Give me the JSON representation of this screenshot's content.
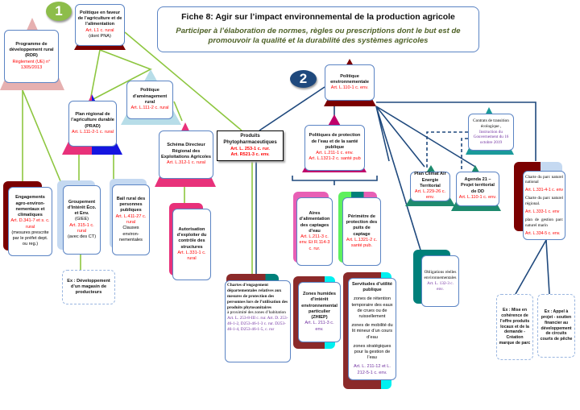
{
  "title": "Fiche 8: Agir sur l’impact environnemental de la production agricole",
  "subtitle": "Participer à l’élaboration de normes, règles ou prescriptions dont le but est de promouvoir la qualité et la durabilité des systèmes agricoles",
  "markers": {
    "one": "1",
    "two": "2"
  },
  "nodes": {
    "pol_agri": {
      "t": "Politique en faveur de l’agriculture et de l’alimentation",
      "r": "Art. L1 c. rural",
      "n": "(dont PNA)"
    },
    "rdr": {
      "t": "Programme de développement rural (RDR)",
      "r": "Règlement (UE) n° 1305/2013"
    },
    "amenag": {
      "t": "Politique d’aménagement rural",
      "r": "Art. L.111-2 c. rural"
    },
    "prad": {
      "t": "Plan régional de l’agriculture durable (PRAD)",
      "r": "Art. L.111-2-1 c. rural"
    },
    "sdrea": {
      "t": "Schéma Directeur Régional des Exploitations Agricoles",
      "r": "Art. L.312-1 c. rural"
    },
    "phyto": {
      "t": "Produits Phytopharmaceutiques",
      "r1": "Art. L. 253-1 c. rur.",
      "r2": "Art. R521-3 c. env."
    },
    "pol_env": {
      "t": "Politique environnementale",
      "r": "Art. L.110-1 c. env."
    },
    "contrats": {
      "t": "Contrats de transition écologique ,",
      "p": "Instruction du Gouvernement du 16 octobre 2019"
    },
    "eau": {
      "t": "Politiques de protection de l’eau et de la santé publique",
      "r1": "Art. L.211-1 c. env.",
      "r2": "Art. L.1321-2 c. santé pub"
    },
    "aires": {
      "t": "Aires d’alimentation des captages d’eau",
      "r": "Art. L.211-3 c. env.  Et R.114-3 c. rur."
    },
    "perimetre": {
      "t": "Périmètre de protection des puits de captage",
      "r": "Art. L.1321-2 c. santé pub."
    },
    "pcaet": {
      "t": "Plan Climat Air Energie Territorial",
      "r": "Art. L.229-26 c. env."
    },
    "agenda": {
      "t": "Agenda 21 – Projet territorial de DD",
      "r": "Art. L.110-1 c. env."
    },
    "parc": {
      "a": "Charte du parc naturel national",
      "ar": "Art. L.331-4-1 c. env",
      "b": "Charte du parc naturel régional.",
      "br": "Art. L.333-1 c. env",
      "c": "plan de gestion parc naturel marin",
      "cr": "Art. L.334-5 c. env."
    },
    "obligations": {
      "t": "Obligations réelles environnementales",
      "p": "Art. L. 132-3 c. env."
    },
    "maec": {
      "t": "Engagements agro-environ-nementaux et climatiques",
      "r": "Art. D.341-7 et s. c. rural",
      "n": "(mesures prescrite par le préfet dept. ou reg.)"
    },
    "giee": {
      "t": "Groupement d’Intérêt Éco. et Env.",
      "n1": "(GIEE)",
      "r": "Art. 315-1 c. rural",
      "n2": "(avec des CT)"
    },
    "bail": {
      "t": "Bail rural des personnes publiques",
      "r": "Art. L.411-27 c. rural",
      "n": "Clauses environ-nementales"
    },
    "ex_magasin": {
      "t": "Ex : Développement d’un magasin de producteurs"
    },
    "autorisation": {
      "t": "Autorisation d’exploiter du contrôle des structures",
      "r": "Art. L.331-1 c. rural"
    },
    "chartes_dep": {
      "t": "Chartes d’engagement départementales relatives aux mesures de protection des personnes lors de l’utilisation des produits phytosanitaires",
      "n": "à proximité des zones d’habitation",
      "p": "Art. L. 253-8-III c. rur. Art. D. 253-46-1-2, D253-46-1-3 c. rur. D253-46-1-4, D253-46-1-5, c. rur"
    },
    "zhiep": {
      "t": "Zones humides d’intérêt environnemental particulier (ZHIEP)",
      "p": "Art. L. 211-3 c. env."
    },
    "servitudes": {
      "t": "Servitudes d’utilité publique",
      "n1": "zones de rétention temporaire des eaux de crues ou de ruissellement",
      "n2": "zones de mobilité du lit mineur d’un cours d’eau",
      "n3": "zones stratégiques pour la gestion de l’eau",
      "p": "Art. L. 211-12 et L. 212-5-1 c. env."
    },
    "ex_marque": {
      "t": "Ex : Mise en cohérence de l’offre produits locaux et de la demande - Création marque de parc"
    },
    "ex_peche": {
      "t": "Ex : Appel à projet - soutien financier au développement de circuits courts de pêche"
    }
  },
  "colors": {
    "green": "#8dc63f",
    "navy": "#1f497d",
    "darkred": "#7b0000",
    "pink": "#e8317a",
    "teal": "#00807a"
  }
}
